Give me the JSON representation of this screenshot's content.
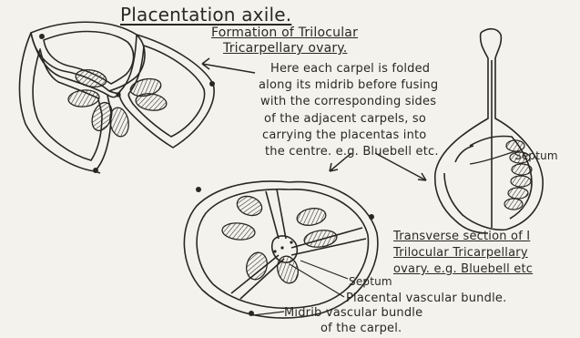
{
  "title": "Placentation axile.",
  "subtitle_line1": "Formation of Trilocular",
  "subtitle_line2": "Tricarpellary ovary.",
  "description": [
    "Here each carpel is folded",
    "along its midrib before fusing",
    "with the corresponding sides",
    "of the adjacent carpels, so",
    "carrying the placentas into",
    "the centre. e.g. Bluebell etc."
  ],
  "labels": {
    "septum_top": "Septum",
    "transverse_line1": "Transverse section of I",
    "transverse_line2": "Trilocular Tricarpellary",
    "transverse_line3": "ovary. e.g. Bluebell etc",
    "septum_bottom": "Septum",
    "placental_bundle": "Placental vascular bundle.",
    "midrib_line1": "Midrib vascular bundle",
    "midrib_line2": "of the carpel."
  },
  "colors": {
    "ink": "#2a2723",
    "paper": "#f4f2ed"
  }
}
